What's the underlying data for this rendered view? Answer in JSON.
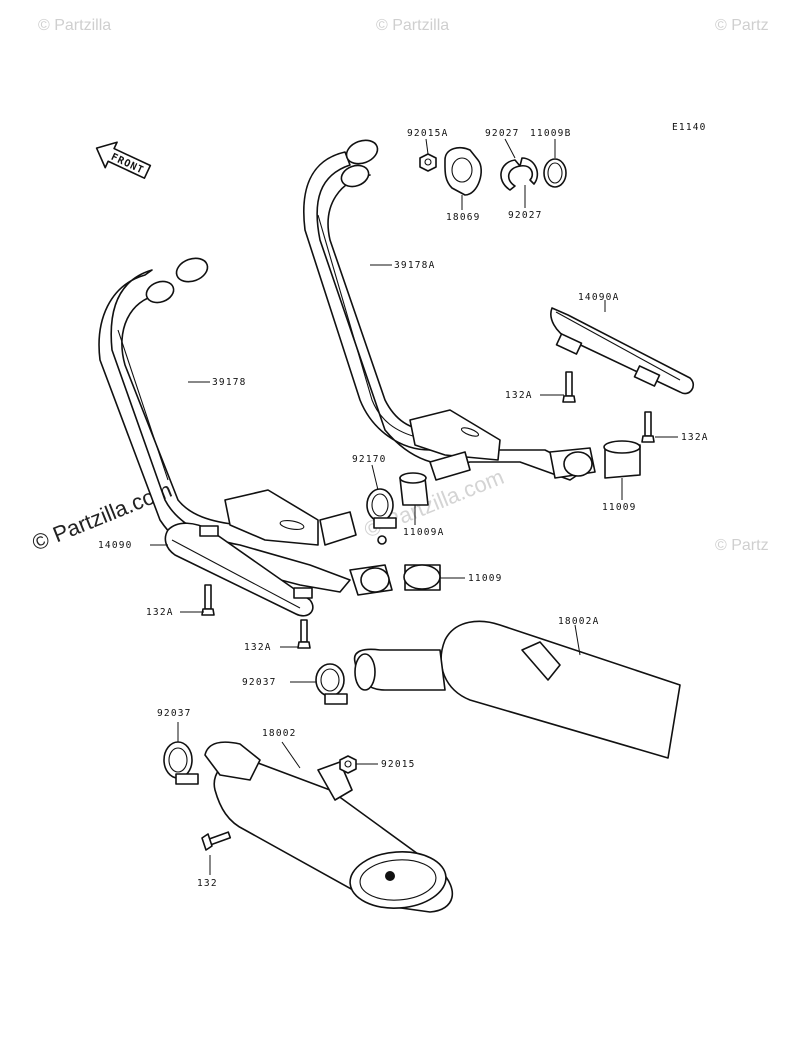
{
  "diagram_code": "E1140",
  "direction_label": "FRONT",
  "watermarks": {
    "top_left": "© Partzilla",
    "top_center": "© Partzilla",
    "top_right": "© Partz",
    "main": "© Partzilla.com",
    "middle": "© Partzilla.com",
    "right": "© Partz"
  },
  "part_numbers": {
    "p92015A": "92015A",
    "p92027_top": "92027",
    "p11009B": "11009B",
    "p18069": "18069",
    "p92027_bottom": "92027",
    "p39178A": "39178A",
    "p14090A": "14090A",
    "p39178": "39178",
    "p132A_right_upper": "132A",
    "p132A_right_lower": "132A",
    "p92170": "92170",
    "p11009_right": "11009",
    "p11009A": "11009A",
    "p14090": "14090",
    "p11009_center": "11009",
    "p132A_left": "132A",
    "p132A_center": "132A",
    "p18002A": "18002A",
    "p92037_center": "92037",
    "p92037_left": "92037",
    "p18002": "18002",
    "p92015": "92015",
    "p132": "132"
  }
}
